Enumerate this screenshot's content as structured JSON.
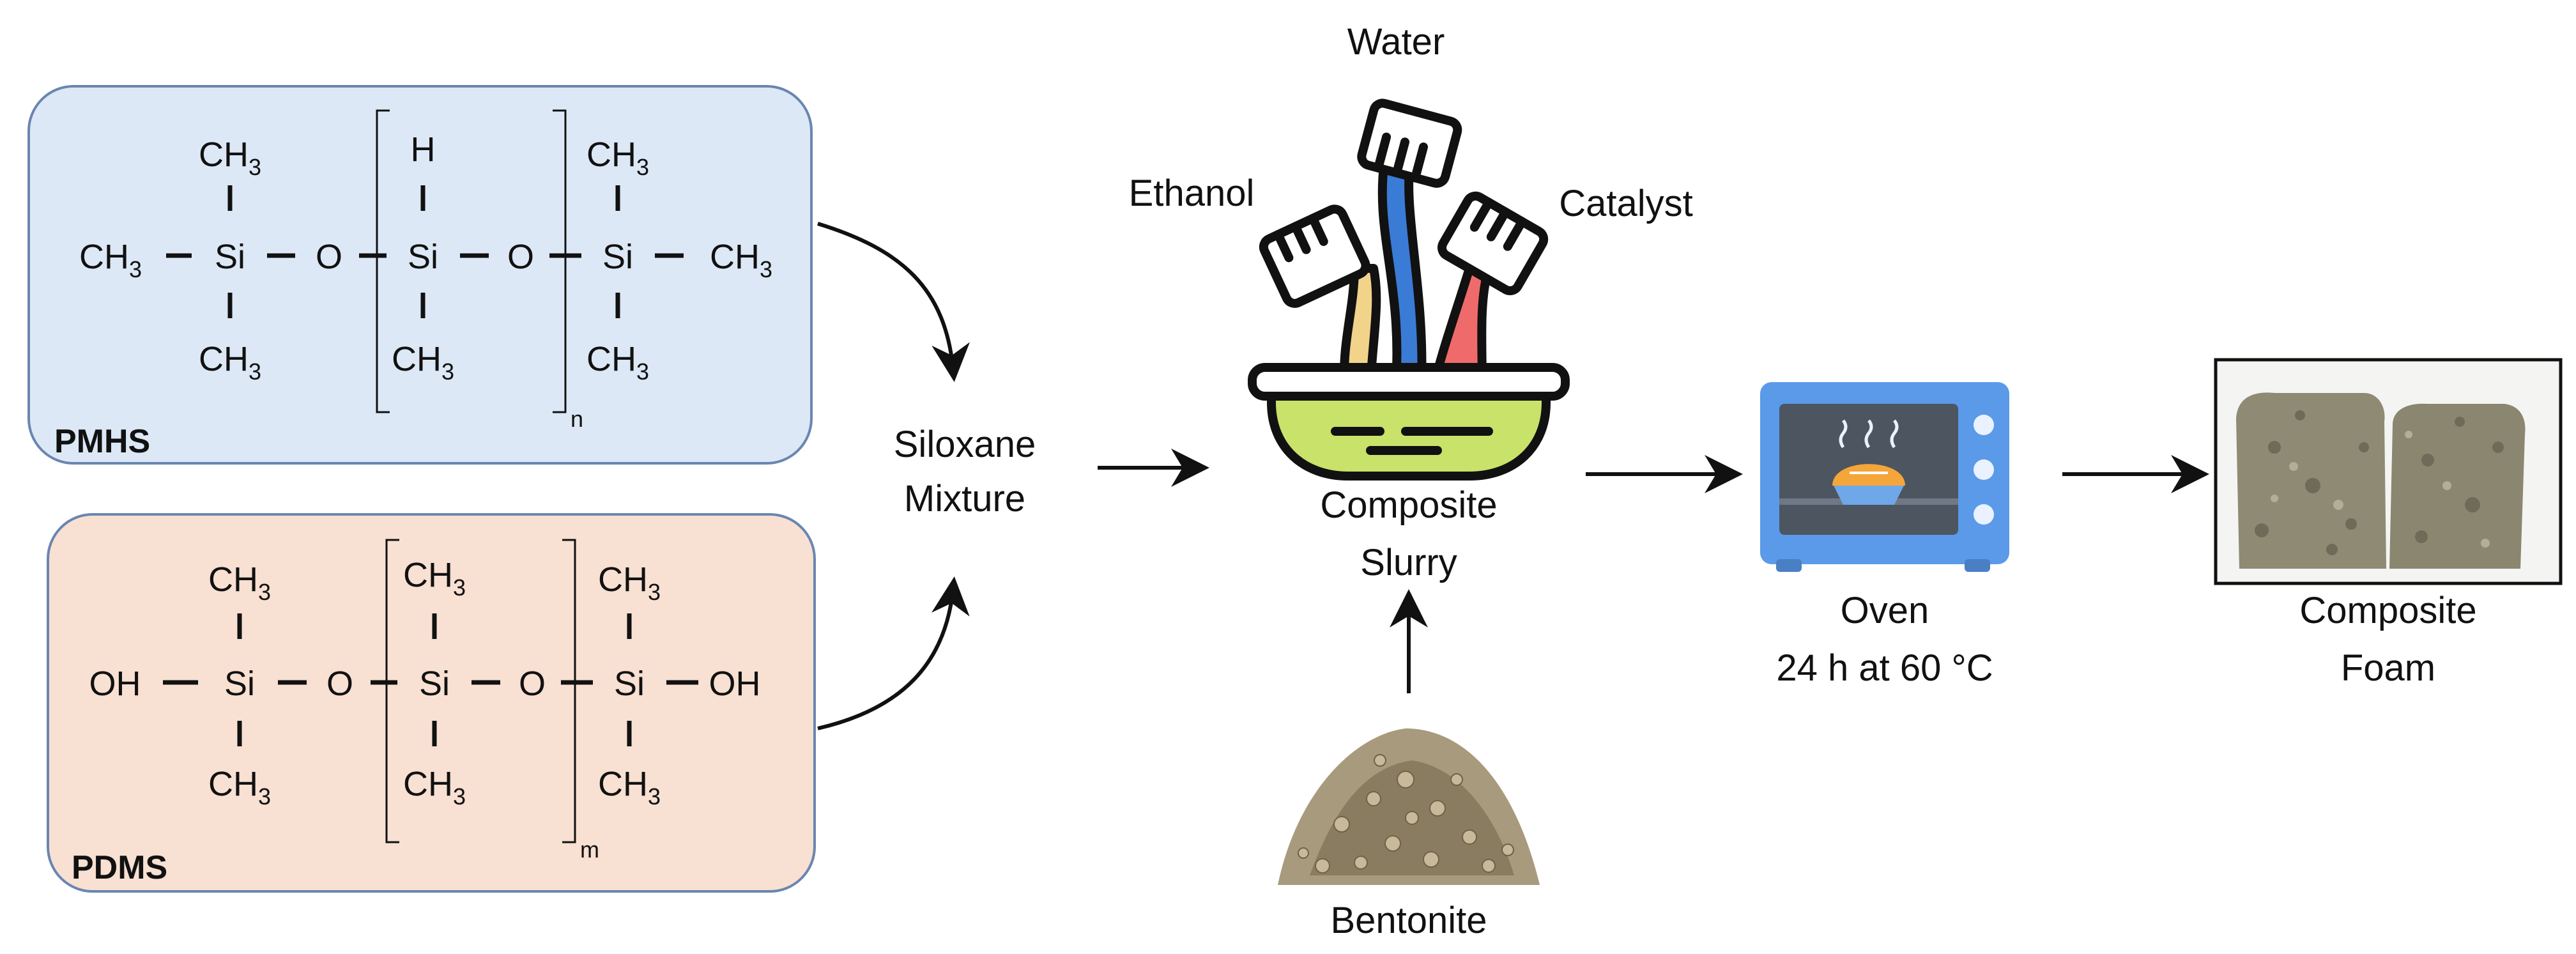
{
  "pmhs": {
    "name": "PMHS",
    "repeat_index": "n",
    "atoms": {
      "top": [
        "CH3",
        "H",
        "CH3"
      ],
      "middle": [
        "CH3",
        "Si",
        "O",
        "Si",
        "O",
        "Si",
        "CH3"
      ],
      "bottom": [
        "CH3",
        "CH3",
        "CH3"
      ]
    }
  },
  "pdms": {
    "name": "PDMS",
    "repeat_index": "m",
    "atoms": {
      "top": [
        "CH3",
        "CH3",
        "CH3"
      ],
      "middle": [
        "OH",
        "Si",
        "O",
        "Si",
        "O",
        "Si",
        "OH"
      ],
      "bottom": [
        "CH3",
        "CH3",
        "CH3"
      ]
    }
  },
  "siloxane_mixture": [
    "Siloxane",
    "Mixture"
  ],
  "reagents": {
    "water": "Water",
    "ethanol": "Ethanol",
    "catalyst": "Catalyst"
  },
  "composite_slurry": [
    "Composite",
    "Slurry"
  ],
  "bentonite": "Bentonite",
  "oven": {
    "label": "Oven",
    "condition": "24 h at 60 °C"
  },
  "composite_foam": [
    "Composite",
    "Foam"
  ],
  "colors": {
    "pmhs_box": "#dde8f6",
    "pdms_box": "#f8e0d2",
    "box_border": "#6a86b0",
    "oven_body": "#5a9ae8",
    "slurry_green": "#c8e26a",
    "water_blue": "#3a7bd5",
    "catalyst_red": "#ef6b6b",
    "ethanol_yellow": "#f2d38a"
  }
}
